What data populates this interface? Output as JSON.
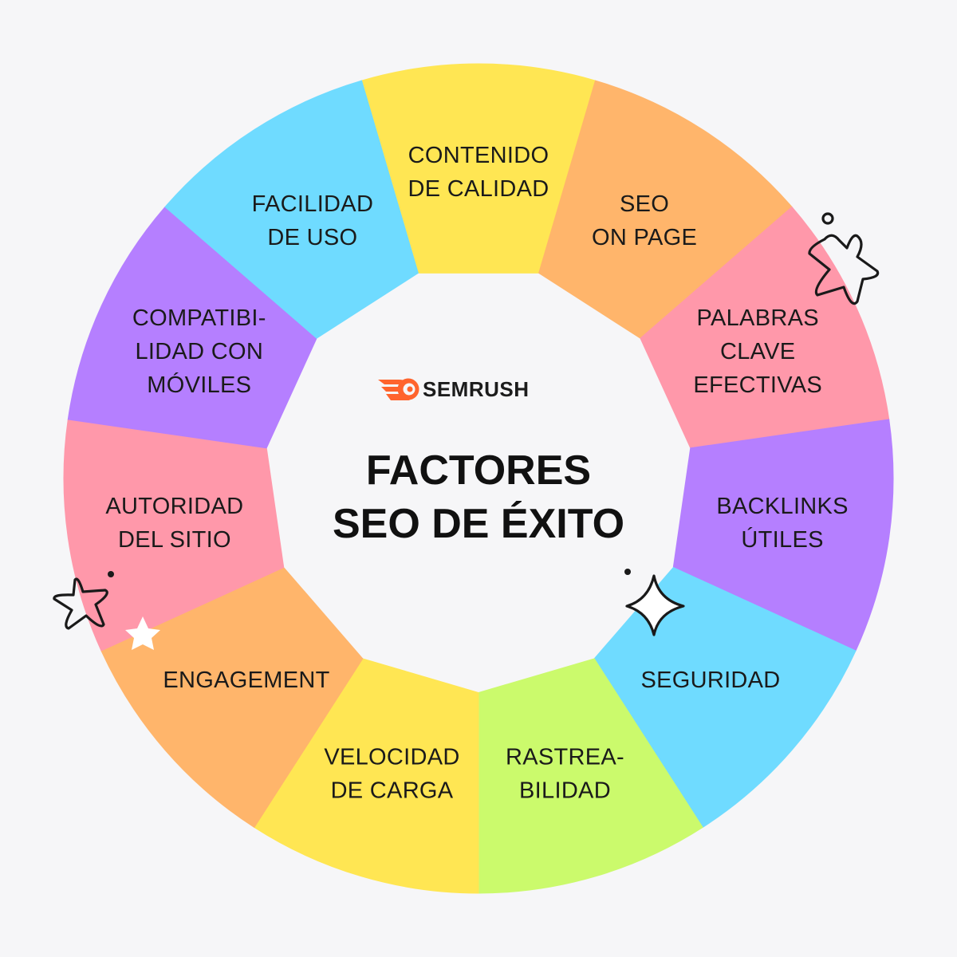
{
  "title": {
    "line1": "FACTORES",
    "line2": "SEO DE ÉXITO"
  },
  "brand": {
    "name": "SEMRUSH",
    "color": "#ff642d"
  },
  "center_color": "#f6f6f8",
  "segments": [
    {
      "id": "contenido",
      "lines": [
        "CONTENIDO",
        "DE CALIDAD"
      ],
      "color": "#ffe653"
    },
    {
      "id": "seo-on-page",
      "lines": [
        "SEO",
        "ON PAGE"
      ],
      "color": "#ffb56b"
    },
    {
      "id": "palabras-clave",
      "lines": [
        "PALABRAS",
        "CLAVE",
        "EFECTIVAS"
      ],
      "color": "#ff98aa"
    },
    {
      "id": "backlinks",
      "lines": [
        "BACKLINKS",
        "ÚTILES"
      ],
      "color": "#b57fff"
    },
    {
      "id": "seguridad",
      "lines": [
        "SEGURIDAD"
      ],
      "color": "#6fdbff"
    },
    {
      "id": "rastreabilidad",
      "lines": [
        "RASTREA-",
        "BILIDAD"
      ],
      "color": "#cbfa6c"
    },
    {
      "id": "velocidad",
      "lines": [
        "VELOCIDAD",
        "DE CARGA"
      ],
      "color": "#ffe653"
    },
    {
      "id": "engagement",
      "lines": [
        "ENGAGEMENT"
      ],
      "color": "#ffb56b"
    },
    {
      "id": "autoridad",
      "lines": [
        "AUTORIDAD",
        "DEL SITIO"
      ],
      "color": "#ff98aa"
    },
    {
      "id": "compatibilidad",
      "lines": [
        "COMPATIBI-",
        "LIDAD CON",
        "MÓVILES"
      ],
      "color": "#b57fff"
    },
    {
      "id": "facilidad",
      "lines": [
        "FACILIDAD",
        "DE USO"
      ],
      "color": "#6fdbff"
    }
  ],
  "decorations": {
    "stroke_color": "#1a1a1a",
    "star_fill": "#ffffff"
  }
}
